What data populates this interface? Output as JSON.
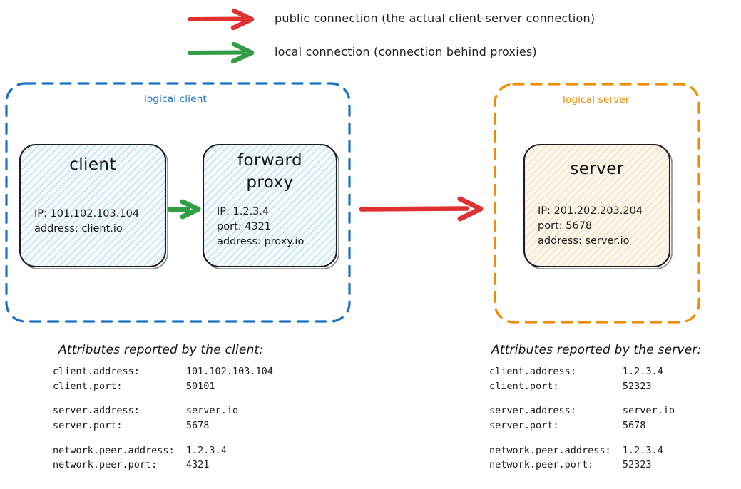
{
  "legend": {
    "items": [
      {
        "color": "#e03131",
        "icon": "arrow-right-icon",
        "label": "public connection (the actual client-server connection)"
      },
      {
        "color": "#2f9e44",
        "icon": "arrow-right-icon",
        "label": "local connection (connection behind proxies)"
      }
    ]
  },
  "groups": {
    "client": {
      "label": "logical client",
      "border_color": "#1971c2"
    },
    "server": {
      "label": "logical server",
      "border_color": "#f08c00"
    }
  },
  "nodes": {
    "client": {
      "title": "client",
      "lines": [
        "IP: 101.102.103.104",
        "address: client.io"
      ],
      "fill": "#f2f9fd",
      "hatch": "#bcdcf2"
    },
    "forward_proxy": {
      "title": "forward\nproxy",
      "title_line1": "forward",
      "title_line2": "proxy",
      "lines": [
        "IP: 1.2.3.4",
        "port: 4321",
        "address: proxy.io"
      ],
      "fill": "#f2f9fd",
      "hatch": "#bcdcf2"
    },
    "server": {
      "title": "server",
      "lines": [
        "IP: 201.202.203.204",
        "port: 5678",
        "address: server.io"
      ],
      "fill": "#fdf6ec",
      "hatch": "#f3d9b0"
    }
  },
  "arrows": {
    "local": {
      "color": "#2f9e44",
      "name": "green-arrow-client-to-proxy"
    },
    "public": {
      "color": "#e03131",
      "name": "red-arrow-proxy-to-server"
    }
  },
  "attributes_client": {
    "title": "Attributes reported by the client:",
    "groups": [
      [
        {
          "key": "client.address:",
          "value": "101.102.103.104"
        },
        {
          "key": "client.port:",
          "value": "50101"
        }
      ],
      [
        {
          "key": "server.address:",
          "value": "server.io"
        },
        {
          "key": "server.port:",
          "value": "5678"
        }
      ],
      [
        {
          "key": "network.peer.address:",
          "value": "1.2.3.4"
        },
        {
          "key": "network.peer.port:",
          "value": "4321"
        }
      ]
    ]
  },
  "attributes_server": {
    "title": "Attributes reported by the server:",
    "groups": [
      [
        {
          "key": "client.address:",
          "value": "1.2.3.4"
        },
        {
          "key": "client.port:",
          "value": "52323"
        }
      ],
      [
        {
          "key": "server.address:",
          "value": "server.io"
        },
        {
          "key": "server.port:",
          "value": "5678"
        }
      ],
      [
        {
          "key": "network.peer.address:",
          "value": "1.2.3.4"
        },
        {
          "key": "network.peer.port:",
          "value": "52323"
        }
      ]
    ]
  }
}
